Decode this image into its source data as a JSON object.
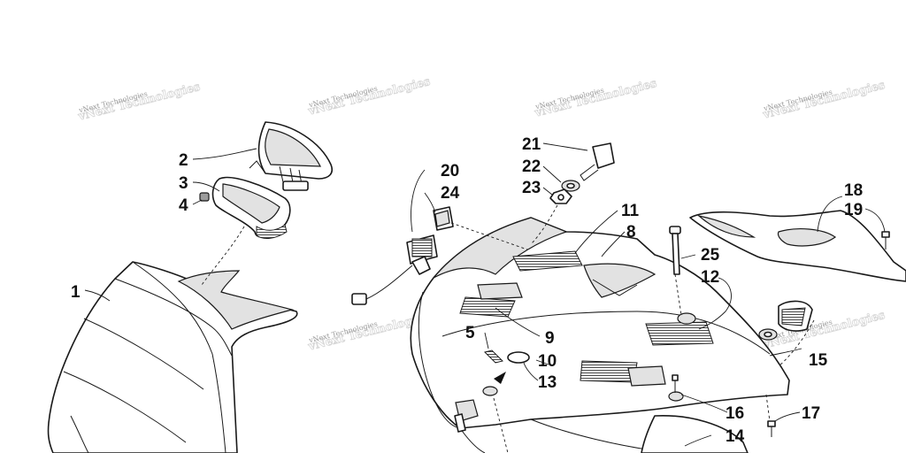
{
  "watermark": "vNext Technologies",
  "callouts": {
    "c1": "1",
    "c2": "2",
    "c3": "3",
    "c4": "4",
    "c5": "5",
    "c8": "8",
    "c9": "9",
    "c10": "10",
    "c11": "11",
    "c12": "12",
    "c13": "13",
    "c14": "14",
    "c15": "15",
    "c16": "16",
    "c17": "17",
    "c18": "18",
    "c19": "19",
    "c20": "20",
    "c21": "21",
    "c22": "22",
    "c23": "23",
    "c24": "24",
    "c25": "25"
  }
}
